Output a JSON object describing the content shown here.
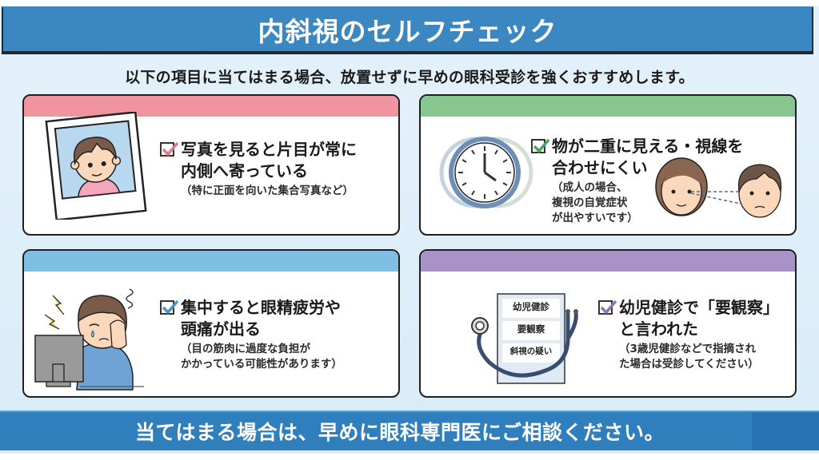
{
  "header": {
    "title": "内斜視のセルフチェック",
    "subtitle": "以下の項目に当てはまる場合、放置せずに早めの眼科受診を強くおすすめします。"
  },
  "colors": {
    "title_banner": "#3a87c1",
    "footer_banner": "#2f7fbd",
    "background": "#e4f1fb",
    "card_1_bar": "#f0959f",
    "card_2_bar": "#88c68f",
    "card_3_bar": "#7ebfe3",
    "card_4_bar": "#a992c7"
  },
  "cards": [
    {
      "icon": "photo-of-child-icon",
      "main_lines": [
        "写真を見ると片目が常に",
        "内側へ寄っている"
      ],
      "note_lines": [
        "（特に正面を向いた集合写真など）"
      ],
      "check_color": "#e07a8c"
    },
    {
      "icon": "double-vision-clock-icon",
      "main_lines": [
        "物が二重に見える・視線を",
        "合わせにくい"
      ],
      "note_lines": [
        "（成人の場合、",
        "複視の自覚症状",
        "が出やすいです）"
      ],
      "check_color": "#4aa35a",
      "secondary_icon": "misaligned-gaze-faces-icon"
    },
    {
      "icon": "eye-strain-person-icon",
      "main_lines": [
        "集中すると眼精疲労や",
        "頭痛が出る"
      ],
      "note_lines": [
        "（目の筋肉に過度な負担が",
        "かかっている可能性があります）"
      ],
      "check_color": "#4a93c9"
    },
    {
      "icon": "checkup-chart-stethoscope-icon",
      "main_lines": [
        "幼児健診で「要観察」",
        "と言われた"
      ],
      "note_lines": [
        "（3歳児健診などで指摘され",
        "た場合は受診してください）"
      ],
      "check_color": "#8d72b5",
      "chart_labels": [
        "幼児健診",
        "要観察",
        "斜視の疑い"
      ]
    }
  ],
  "footer": {
    "message": "当てはまる場合は、早めに眼科専門医にご相談ください。"
  }
}
